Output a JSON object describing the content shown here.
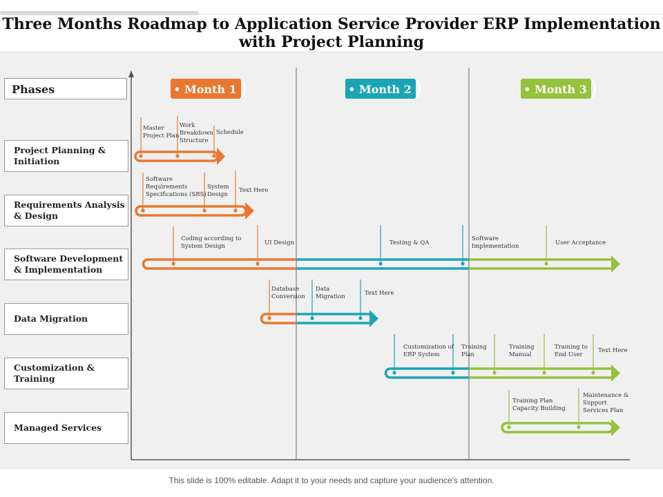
{
  "title": "Three Months Roadmap to Application Service Provider  ERP Implementation with Project Planning",
  "phases_header": "Phases",
  "months": [
    {
      "label": "• Month 1",
      "color": "#E8782F"
    },
    {
      "label": "• Month 2",
      "color": "#1AA5B5"
    },
    {
      "label": "• Month 3",
      "color": "#95C23D"
    }
  ],
  "phases": [
    "Project Planning & Initiation",
    "Requirements Analysis & Design",
    "Software Development & Implementation",
    "Data Migration",
    "Customization & Training",
    "Managed Services"
  ],
  "milestones": {
    "project_planning": [
      "Master Project Plan",
      "Work Breakdown Structure",
      "Schedule"
    ],
    "requirements": [
      "Software Requirements Specifications (SRS)",
      "System Design",
      "Text  Here"
    ],
    "software_dev": [
      "Coding according to System Design",
      "UI Design",
      "Testing  & QA",
      "Software Implementation",
      "User Acceptance"
    ],
    "data_migration": [
      "Database Conversion",
      "Data Migration",
      "Text  Here"
    ],
    "customization": [
      "Customization  of ERP System",
      "Training Plan",
      "Training Manual",
      "Training to End User",
      "Text  Here"
    ],
    "managed": [
      "Training Plan Capacity Building",
      "Maintenance & Support Services Plan"
    ]
  },
  "footer": "This slide is 100% editable. Adapt it to your needs and capture your audience's attention."
}
